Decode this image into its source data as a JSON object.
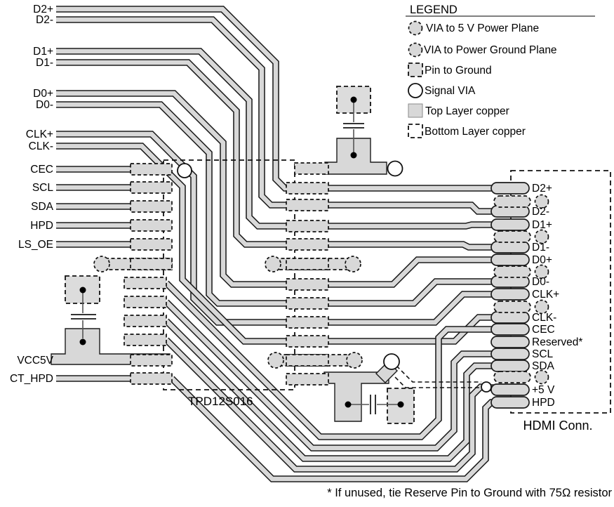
{
  "legend": {
    "title": "LEGEND",
    "items": [
      {
        "id": "via-5v-power",
        "label": "VIA to 5 V Power Plane"
      },
      {
        "id": "via-ground",
        "label": "VIA to Power Ground Plane"
      },
      {
        "id": "pin-to-ground",
        "label": "Pin to Ground"
      },
      {
        "id": "signal-via",
        "label": "Signal VIA"
      },
      {
        "id": "top-layer",
        "label": "Top Layer copper"
      },
      {
        "id": "bottom-layer",
        "label": "Bottom Layer copper"
      }
    ]
  },
  "chip": {
    "label": "TPD12S016"
  },
  "connector": {
    "label": "HDMI Conn.",
    "pins": [
      "D2+",
      "D2-",
      "D1+",
      "D1-",
      "D0+",
      "D0-",
      "CLK+",
      "CLK-",
      "CEC",
      "Reserved*",
      "SCL",
      "SDA",
      "+5 V",
      "HPD"
    ]
  },
  "source_signals": [
    "D2+",
    "D2-",
    "D1+",
    "D1-",
    "D0+",
    "D0-",
    "CLK+",
    "CLK-",
    "CEC",
    "SCL",
    "SDA",
    "HPD",
    "LS_OE",
    "VCC5V",
    "CT_HPD"
  ],
  "footnote": "* If unused, tie Reserve Pin to Ground with 75Ω resistor",
  "colors": {
    "copper": "#d8d8d8",
    "outline": "#1c1c1c"
  }
}
